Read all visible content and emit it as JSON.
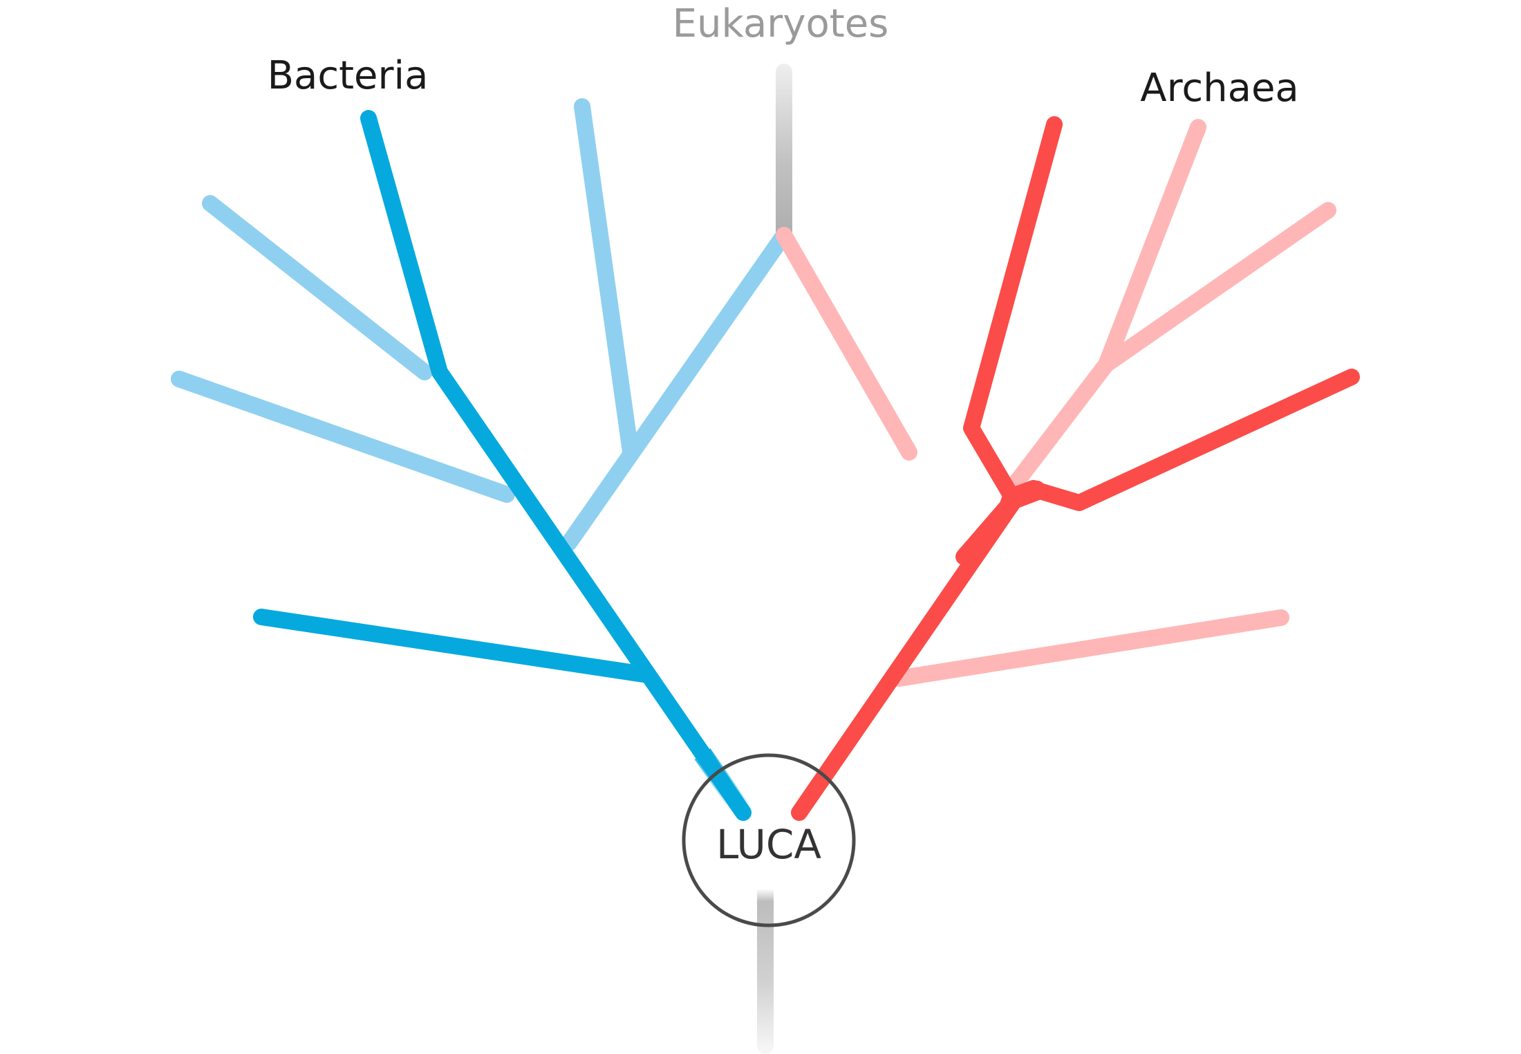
{
  "labels": {
    "bacteria": "Bacteria",
    "eukaryotes": "Eukaryotes",
    "archaea": "Archaea",
    "luca": "LUCA"
  },
  "colors": {
    "bacteria_dark": "#05a9de",
    "bacteria_light": "#8fd0f0",
    "archaea_dark": "#fb4c49",
    "archaea_light": "#feb7b6",
    "eukaryote_gray": "#b9b9b9",
    "root_gray": "#c3c3c3",
    "node_outline": "#4a4a4a",
    "label_dark": "#1a1a1a",
    "label_gray": "#9a9a9a"
  }
}
